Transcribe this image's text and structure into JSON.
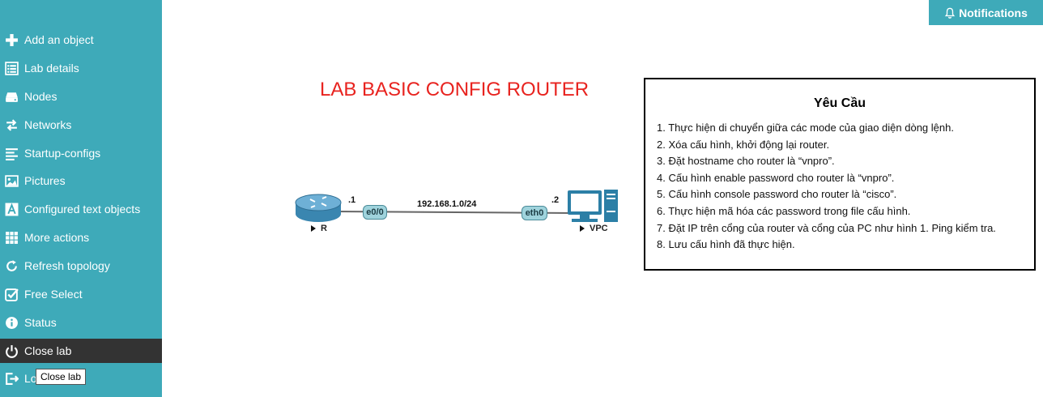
{
  "sidebar": {
    "items": [
      {
        "label": "Add an object",
        "icon": "plus-icon"
      },
      {
        "label": "Lab details",
        "icon": "list-icon"
      },
      {
        "label": "Nodes",
        "icon": "hdd-icon"
      },
      {
        "label": "Networks",
        "icon": "exchange-icon"
      },
      {
        "label": "Startup-configs",
        "icon": "align-left-icon"
      },
      {
        "label": "Pictures",
        "icon": "picture-icon"
      },
      {
        "label": "Configured text objects",
        "icon": "text-icon"
      },
      {
        "label": "More actions",
        "icon": "grid-icon"
      },
      {
        "label": "Refresh topology",
        "icon": "refresh-icon"
      },
      {
        "label": "Free Select",
        "icon": "checkbox-icon"
      },
      {
        "label": "Status",
        "icon": "info-icon"
      },
      {
        "label": "Close lab",
        "icon": "power-icon"
      },
      {
        "label": "Lo",
        "icon": "logout-icon"
      }
    ],
    "active_index": 11,
    "tooltip": "Close lab"
  },
  "header": {
    "notifications_label": "Notifications"
  },
  "canvas": {
    "title": "LAB BASIC CONFIG ROUTER",
    "title_color": "#e8231f",
    "topology": {
      "router": {
        "name": "R",
        "ip_suffix": ".1",
        "interface": "e0/0"
      },
      "pc": {
        "name": "VPC",
        "ip_suffix": ".2",
        "interface": "eth0"
      },
      "network": "192.168.1.0/24"
    }
  },
  "requirements": {
    "title": "Yêu Cầu",
    "items": [
      "1. Thực hiện di chuyển giữa các mode của giao diện dòng lệnh.",
      "2. Xóa cấu hình, khởi động lại router.",
      "3. Đặt hostname cho router là “vnpro”.",
      "4. Cấu hình enable password cho router là “vnpro”.",
      "5. Cấu hình console password cho router là “cisco”.",
      "6. Thực hiện mã hóa các password trong file cấu hình.",
      "7. Đặt IP trên cổng của router và cổng của PC như hình 1. Ping kiểm tra.",
      "8. Lưu cấu hình đã thực hiện."
    ]
  },
  "colors": {
    "sidebar_bg": "#3eaab9",
    "active_bg": "#333333"
  }
}
